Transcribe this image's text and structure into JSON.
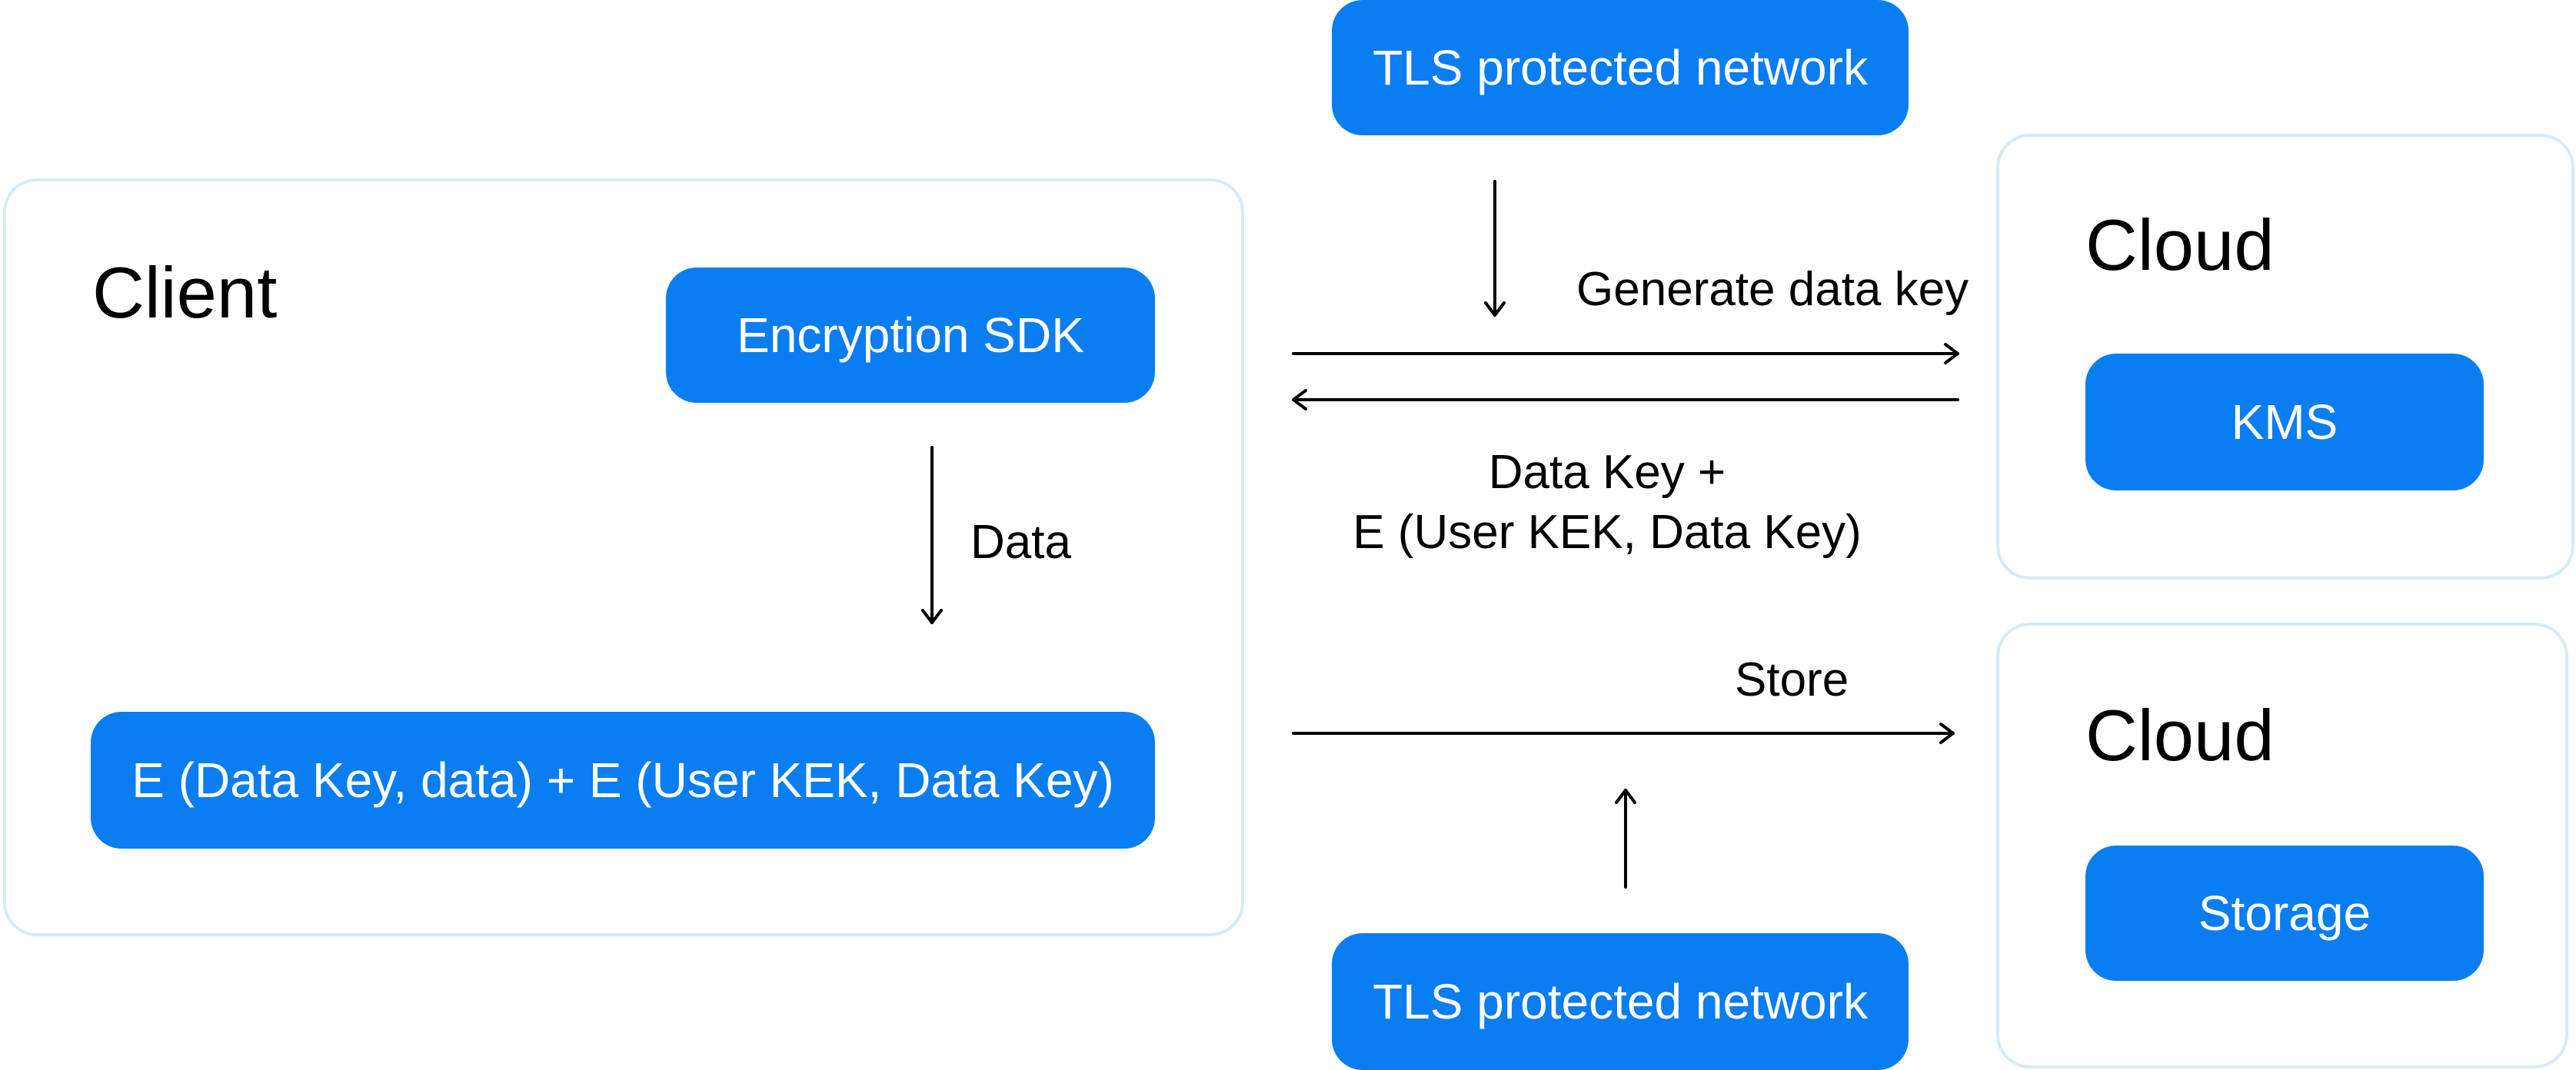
{
  "client": {
    "title": "Client",
    "sdk_label": "Encryption SDK",
    "data_label": "Data",
    "output_label": "E (Data Key, data) + E (User KEK, Data Key)"
  },
  "network_top": {
    "label": "TLS protected network"
  },
  "network_bottom": {
    "label": "TLS protected network"
  },
  "flows": {
    "generate_label": "Generate data key",
    "return_line1": "Data Key +",
    "return_line2": "E (User KEK, Data Key)",
    "store_label": "Store"
  },
  "cloud_kms": {
    "title": "Cloud",
    "service_label": "KMS"
  },
  "cloud_storage": {
    "title": "Cloud",
    "service_label": "Storage"
  },
  "colors": {
    "accent": "#0a7df0",
    "container_border": "#d6eaf8",
    "text": "#000000"
  }
}
